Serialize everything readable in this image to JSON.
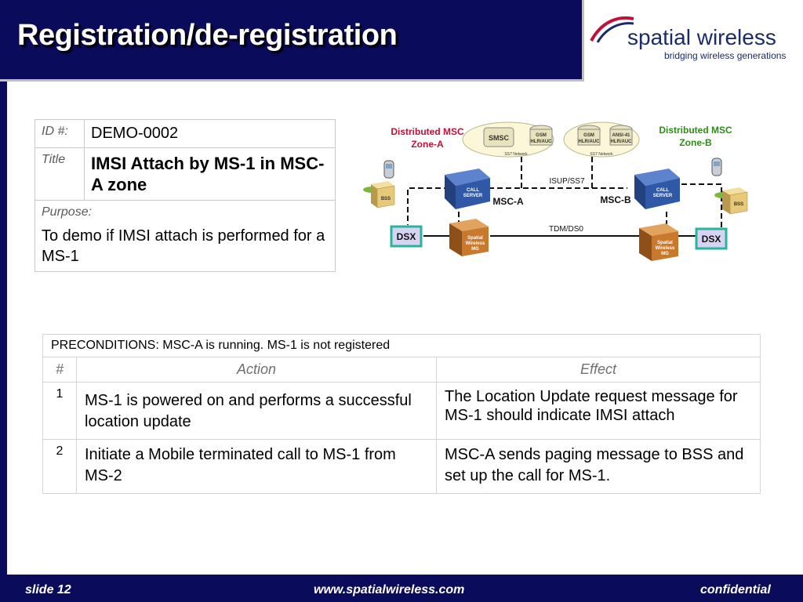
{
  "slide": {
    "title": "Registration/de-registration",
    "logo": {
      "name": "spatial wireless",
      "tagline": "bridging wireless generations"
    }
  },
  "test_case": {
    "id_label": "ID #:",
    "id_value": "DEMO-0002",
    "title_label": "Title",
    "title_value": "IMSI Attach by MS-1 in MSC-A zone",
    "purpose_label": "Purpose:",
    "purpose_value": "To demo if IMSI attach is performed for a MS-1"
  },
  "diagram": {
    "zone_a": [
      "Distributed MSC",
      "Zone-A"
    ],
    "zone_b": [
      "Distributed MSC",
      "Zone-B"
    ],
    "msc_a": "MSC-A",
    "msc_b": "MSC-B",
    "isup_label": "ISUP/SS7",
    "tdm_label": "TDM/DS0",
    "dsx": "DSX",
    "bss": "BSS",
    "smsc": "SMSC",
    "db_gsm": [
      "GSM",
      "HLR/AUC"
    ],
    "db_ansi": [
      "ANSI-41",
      "HLR/AUC"
    ],
    "ss7_network": "SS7 Network",
    "call_server": [
      "CALL",
      "SERVER"
    ],
    "mg": [
      "Spatial",
      "Wireless",
      "MG"
    ],
    "colors": {
      "zone_a": "#c0113a",
      "zone_b": "#2f8a1a",
      "dsx_border": "#2ab49a",
      "mg": "#c8792c",
      "server": "#2f58a8"
    }
  },
  "steps": {
    "preconditions": "PRECONDITIONS:   MSC-A is running. MS-1 is not registered",
    "col_num": "#",
    "col_action": "Action",
    "col_effect": "Effect",
    "rows": [
      {
        "num": "1",
        "action": "MS-1 is powered on and performs a successful location update",
        "effect": "The Location Update request message for MS-1 should indicate IMSI attach"
      },
      {
        "num": "2",
        "action": "Initiate a Mobile terminated call to MS-1 from MS-2",
        "effect": "MSC-A sends paging message to BSS and set up the call for MS-1."
      }
    ]
  },
  "footer": {
    "slide_label": "slide  12",
    "url": "www.spatialwireless.com",
    "confidential": "confidential"
  }
}
